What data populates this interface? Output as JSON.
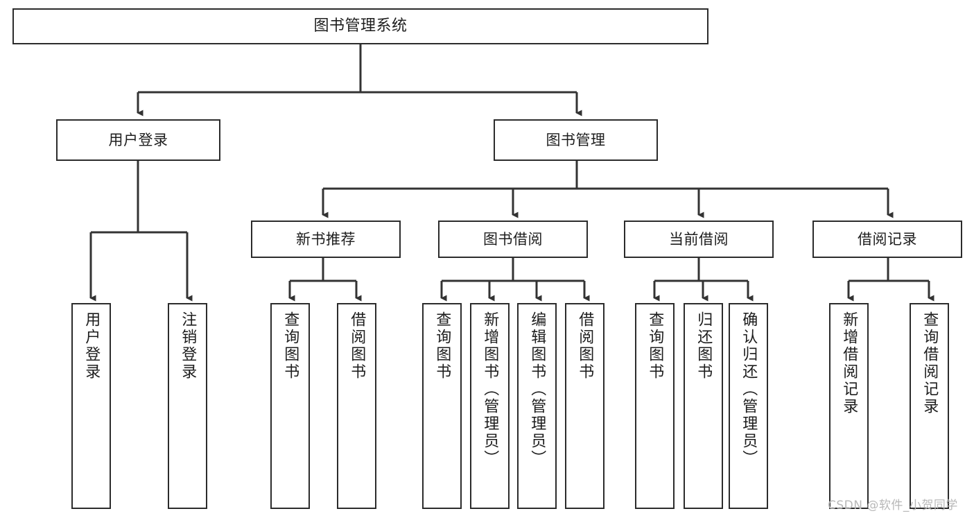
{
  "diagram": {
    "title": "图书管理系统",
    "watermark": "CSDN @软件_小贺同学",
    "colors": {
      "background": "#ffffff",
      "border": "#2b2b2b",
      "text": "#1d1d1d",
      "connector": "#333333",
      "watermark": "#b8b8b8"
    },
    "root": {
      "label": "图书管理系统"
    },
    "level2": [
      {
        "label": "用户登录"
      },
      {
        "label": "图书管理"
      }
    ],
    "level3": [
      {
        "label": "新书推荐"
      },
      {
        "label": "图书借阅"
      },
      {
        "label": "当前借阅"
      },
      {
        "label": "借阅记录"
      }
    ],
    "leaves": {
      "user_login": [
        {
          "label": "用户登录"
        },
        {
          "label": "注销登录"
        }
      ],
      "new_book_recommend": [
        {
          "label": "查询图书"
        },
        {
          "label": "借阅图书"
        }
      ],
      "book_borrow": [
        {
          "label": "查询图书"
        },
        {
          "label": "新增图书（管理员）"
        },
        {
          "label": "编辑图书（管理员）"
        },
        {
          "label": "借阅图书"
        }
      ],
      "current_borrow": [
        {
          "label": "查询图书"
        },
        {
          "label": "归还图书"
        },
        {
          "label": "确认归还（管理员）"
        }
      ],
      "borrow_record": [
        {
          "label": "新增借阅记录"
        },
        {
          "label": "查询借阅记录"
        }
      ]
    }
  }
}
